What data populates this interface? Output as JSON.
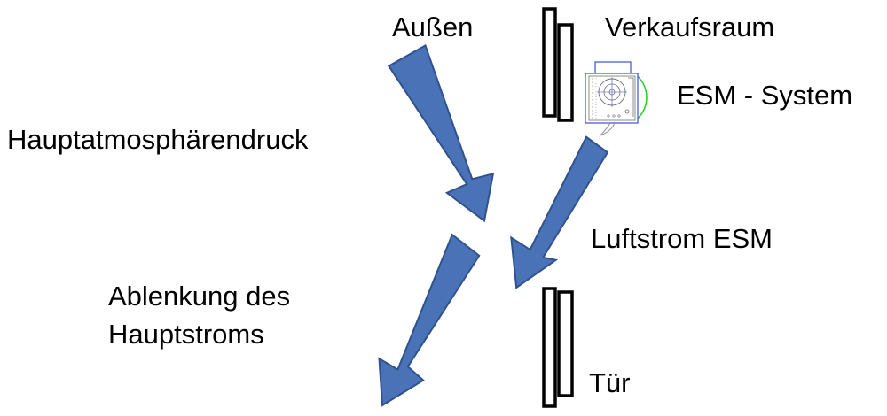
{
  "labels": {
    "outside": "Außen",
    "sales_room": "Verkaufsraum",
    "esm_system": "ESM - System",
    "main_pressure": "Hauptatmosphärendruck",
    "airflow_esm": "Luftstrom ESM",
    "deflection_line1": "Ablenkung des",
    "deflection_line2": "Hauptstroms",
    "door": "Tür"
  },
  "colors": {
    "arrow_fill": "#4a73b7",
    "arrow_stroke": "#2f528f",
    "text": "#000000",
    "door_stroke": "#000000",
    "device_blue": "#3b50d0",
    "device_green": "#22cc22",
    "device_gray": "#707070"
  },
  "icons": {
    "esm_device": "esm-device-icon"
  }
}
